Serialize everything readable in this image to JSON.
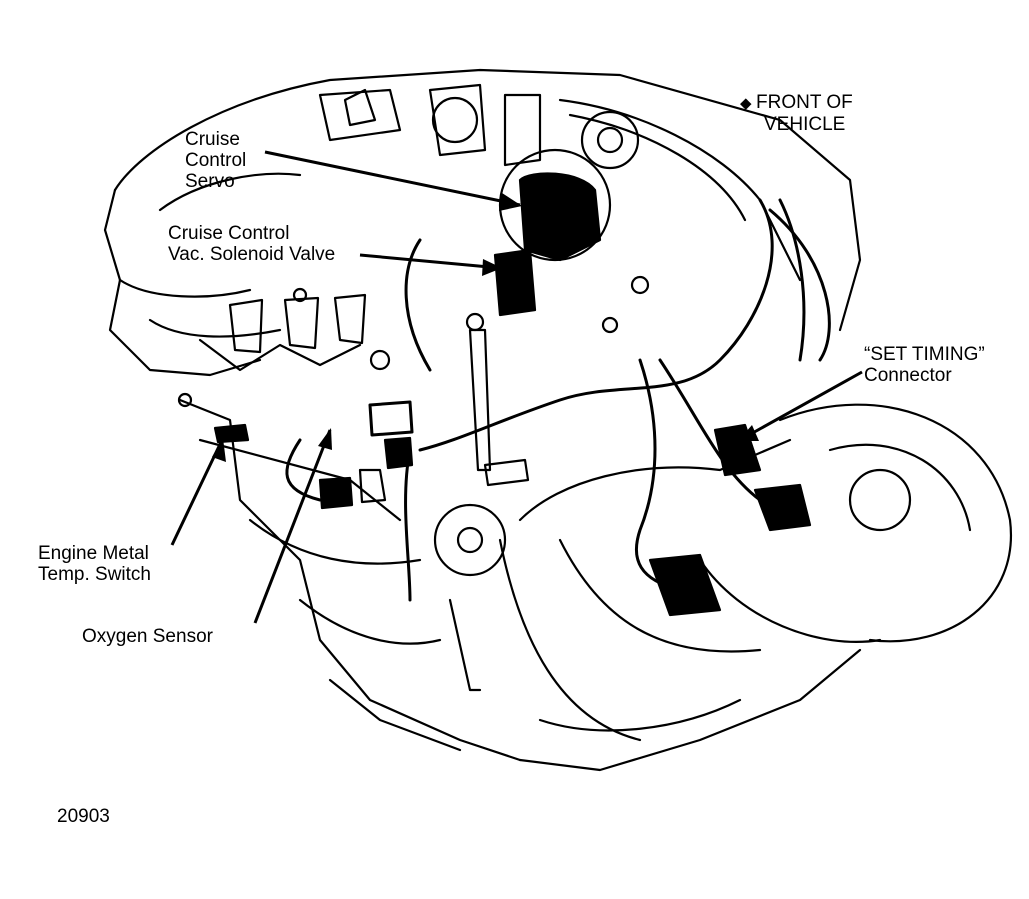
{
  "labels": {
    "cruise_control_servo": [
      "Cruise",
      "Control",
      "Servo"
    ],
    "cruise_control_solenoid": [
      "Cruise Control",
      "Vac. Solenoid Valve"
    ],
    "front_of_vehicle": [
      "FRONT OF",
      "VEHICLE"
    ],
    "set_timing_connector": [
      "“SET TIMING”",
      "Connector"
    ],
    "engine_metal_temp_switch": [
      "Engine Metal",
      "Temp. Switch"
    ],
    "oxygen_sensor": "Oxygen Sensor"
  },
  "front_marker_symbol": "◆",
  "figure_number": "20903",
  "colors": {
    "ink": "#000000",
    "paper": "#ffffff"
  }
}
